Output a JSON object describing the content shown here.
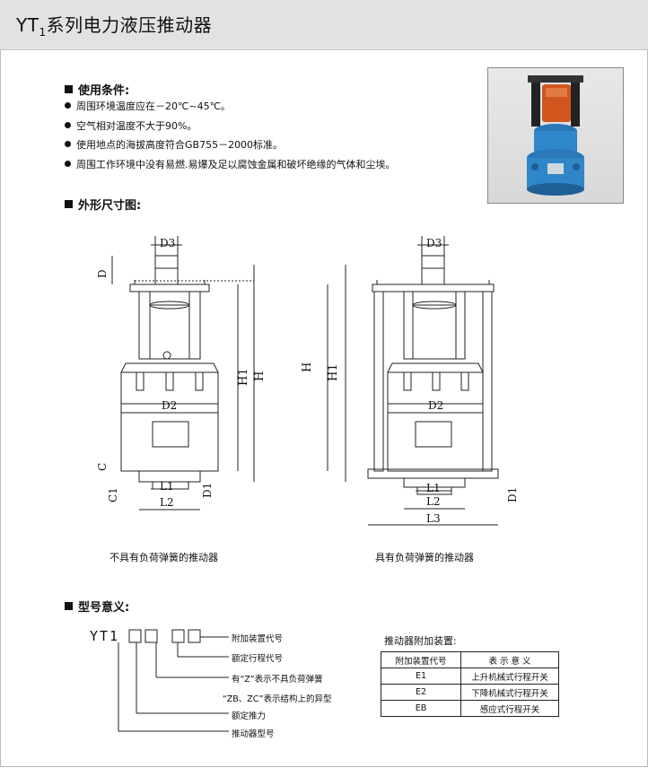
{
  "header": {
    "title_prefix": "YT",
    "title_sub": "1",
    "title_suffix": "系列电力液压推动器"
  },
  "conditions": {
    "heading": "使用条件:",
    "items": [
      "周围环境温度应在－20℃~45℃。",
      "空气相对温度不大于90%。",
      "使用地点的海拔高度符合GB755－2000标准。",
      "周围工作环境中没有易燃.易爆及足以腐蚀金属和破坏绝缘的气体和尘埃。"
    ]
  },
  "dimensions": {
    "heading": "外形尺寸图:",
    "left_caption": "不具有负荷弹簧的推动器",
    "right_caption": "具有负荷弹簧的推动器",
    "labels": {
      "d3": "D3",
      "d": "D",
      "d2": "D2",
      "h1": "H1",
      "h": "H",
      "c": "C",
      "c1": "C1",
      "d1": "D1",
      "l1": "L1",
      "l2": "L2",
      "l3": "L3"
    }
  },
  "model": {
    "heading": "型号意义:",
    "code": "YT1",
    "annotations": [
      "附加装置代号",
      "额定行程代号",
      "有“Z”表示不具负荷弹簧",
      "“ZB、ZC”表示结构上的异型",
      "额定推力",
      "推动器型号"
    ]
  },
  "accessory": {
    "title": "推动器附加装置:",
    "headers": [
      "附加装置代号",
      "表 示 意 义"
    ],
    "rows": [
      [
        "E1",
        "上升机械式行程开关"
      ],
      [
        "E2",
        "下降机械式行程开关"
      ],
      [
        "EB",
        "感应式行程开关"
      ]
    ]
  },
  "colors": {
    "photo_body": "#2f86c8",
    "photo_motor": "#d0561e"
  }
}
